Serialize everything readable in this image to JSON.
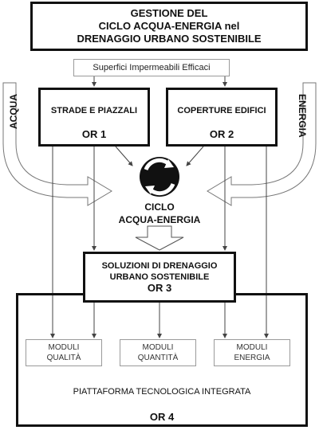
{
  "title": {
    "line1": "GESTIONE DEL",
    "line2": "CICLO ACQUA-ENERGIA nel",
    "line3": "DRENAGGIO URBANO SOSTENIBILE"
  },
  "superfici": "Superfici Impermeabili Efficaci",
  "side_left": "ACQUA",
  "side_right": "ENERGIA",
  "or1": {
    "name": "STRADE E PIAZZALI",
    "code": "OR 1"
  },
  "or2": {
    "name": "COPERTURE EDIFICI",
    "code": "OR 2"
  },
  "cycle": {
    "line1": "CICLO",
    "line2": "ACQUA-ENERGIA"
  },
  "or3": {
    "line1": "SOLUZIONI DI DRENAGGIO",
    "line2": "URBANO SOSTENIBILE",
    "code": "OR 3"
  },
  "modules": [
    {
      "line1": "MODULI",
      "line2": "QUALITÀ"
    },
    {
      "line1": "MODULI",
      "line2": "QUANTITÀ"
    },
    {
      "line1": "MODULI",
      "line2": "ENERGIA"
    }
  ],
  "platform": {
    "label": "PIATTAFORMA TECNOLOGICA INTEGRATA",
    "code": "OR 4"
  }
}
